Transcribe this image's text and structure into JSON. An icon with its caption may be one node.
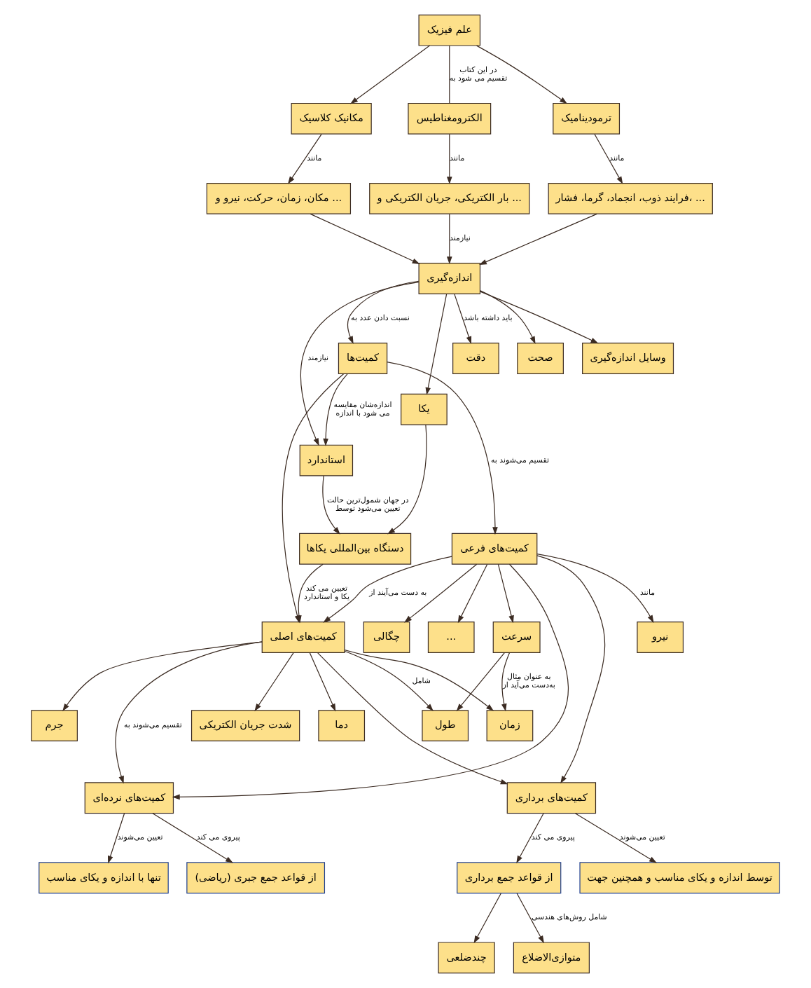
{
  "diagram": {
    "nodes": [
      {
        "text": [
          "علم فیزیک"
        ]
      },
      {
        "text": [
          "مکانیک کلاسیک"
        ]
      },
      {
        "text": [
          "الکترومغناطیس"
        ]
      },
      {
        "text": [
          "ترمودینامیک"
        ]
      },
      {
        "text": [
          "مکان، زمان، حرکت، نیرو و ..."
        ]
      },
      {
        "text": [
          "بار الکتریکی، جریان الکتریکی و ..."
        ]
      },
      {
        "text": [
          "فرایند ذوب، انجماد، گرما، فشار، ..."
        ]
      },
      {
        "text": [
          "اندازه‌گیری"
        ]
      },
      {
        "text": [
          "استاندارد"
        ]
      },
      {
        "text": [
          "دقت"
        ]
      },
      {
        "text": [
          "صحت"
        ]
      },
      {
        "text": [
          "کمیت‌ها"
        ]
      },
      {
        "text": [
          "وسایل اندازه‌گیری"
        ]
      },
      {
        "text": [
          "یکا"
        ]
      },
      {
        "text": [
          "دستگاه بین‌المللی یکاها"
        ]
      },
      {
        "text": [
          "کمیت‌های فرعی"
        ]
      },
      {
        "text": [
          "کمیت‌های اصلی"
        ]
      },
      {
        "text": [
          "جرم"
        ]
      },
      {
        "text": [
          "زمان"
        ]
      },
      {
        "text": [
          "طول"
        ]
      },
      {
        "text": [
          "شدت جریان الکتریکی"
        ]
      },
      {
        "text": [
          "دما"
        ]
      },
      {
        "text": [
          "سرعت"
        ]
      },
      {
        "text": [
          "نیرو"
        ]
      },
      {
        "text": [
          "چگالی"
        ]
      },
      {
        "text": [
          "..."
        ]
      },
      {
        "text": [
          "کمیت‌های نرده‌ای"
        ]
      },
      {
        "text": [
          "کمیت‌های برداری"
        ]
      },
      {
        "text": [
          "تنها با اندازه و یکای مناسب"
        ]
      },
      {
        "text": [
          "از قواعد جمع جبری (ریاضی)"
        ]
      },
      {
        "text": [
          "از قواعد جمع برداری"
        ]
      },
      {
        "text": [
          "توسط اندازه و یکای مناسب و همچنین جهت"
        ]
      },
      {
        "text": [
          "چندضلعی"
        ]
      },
      {
        "text": [
          "متوازی‌الاضلاع"
        ]
      }
    ],
    "edges": [
      {
        "from": 0,
        "to": 1,
        "arrow": "to"
      },
      {
        "from": 0,
        "to": 2,
        "arrow": "none",
        "label": "در این کتاب تقسیم می شود به"
      },
      {
        "from": 0,
        "to": 3,
        "arrow": "to"
      },
      {
        "from": 1,
        "to": 4,
        "arrow": "to",
        "label": "مانند"
      },
      {
        "from": 2,
        "to": 5,
        "arrow": "to",
        "label": "مانند"
      },
      {
        "from": 3,
        "to": 6,
        "arrow": "to",
        "label": "مانند"
      },
      {
        "from": 4,
        "to": 7,
        "arrow": "to"
      },
      {
        "from": 5,
        "to": 7,
        "arrow": "to",
        "label": "نیازمند"
      },
      {
        "from": 6,
        "to": 7,
        "arrow": "to"
      },
      {
        "from": 7,
        "to": 8,
        "arrow": "to",
        "label": "نیازمند"
      },
      {
        "from": 7,
        "to": 12,
        "arrow": "to"
      },
      {
        "from": 7,
        "to": 13,
        "arrow": "to"
      },
      {
        "from": 7,
        "to": 9,
        "arrow": "to",
        "label": "باید داشته باشد"
      },
      {
        "from": 7,
        "to": 10,
        "arrow": "to"
      },
      {
        "from": 7,
        "to": 11,
        "arrow": "to",
        "label": "نسبت دادن عدد به"
      },
      {
        "from": 11,
        "to": 8,
        "arrow": "to",
        "label": "اندازه‌شان مقایسه می شود با اندازه"
      },
      {
        "from": 8,
        "to": 14,
        "arrow": "to",
        "label": "در جهان شمول‌ترین حالت تعیین می‌شود توسط"
      },
      {
        "from": 13,
        "to": 14,
        "arrow": "to"
      },
      {
        "from": 14,
        "to": 16,
        "arrow": "to",
        "label": "تعیین می کند یکا و استاندارد"
      },
      {
        "from": 11,
        "to": 15,
        "arrow": "to",
        "label": "تقسیم می‌شوند به"
      },
      {
        "from": 11,
        "to": 16,
        "arrow": "to"
      },
      {
        "from": 15,
        "to": 16,
        "arrow": "to",
        "label": "به دست می‌آیند از"
      },
      {
        "from": 16,
        "to": 17,
        "arrow": "to"
      },
      {
        "from": 16,
        "to": 18,
        "arrow": "to"
      },
      {
        "from": 16,
        "to": 19,
        "arrow": "to",
        "label": "شامل"
      },
      {
        "from": 16,
        "to": 20,
        "arrow": "to"
      },
      {
        "from": 16,
        "to": 21,
        "arrow": "to"
      },
      {
        "from": 15,
        "to": 22,
        "arrow": "to"
      },
      {
        "from": 15,
        "to": 23,
        "arrow": "to",
        "label": "مانند"
      },
      {
        "from": 15,
        "to": 24,
        "arrow": "to"
      },
      {
        "from": 15,
        "to": 25,
        "arrow": "to"
      },
      {
        "from": 22,
        "to": 19,
        "arrow": "to"
      },
      {
        "from": 22,
        "to": 18,
        "arrow": "to",
        "label": "به عنوان مثال به‌دست می‌آید از"
      },
      {
        "from": 15,
        "to": 26,
        "arrow": "to"
      },
      {
        "from": 15,
        "to": 27,
        "arrow": "to"
      },
      {
        "from": 16,
        "to": 26,
        "arrow": "to",
        "label": "تقسیم می‌شوند به"
      },
      {
        "from": 16,
        "to": 27,
        "arrow": "to"
      },
      {
        "from": 26,
        "to": 28,
        "arrow": "to",
        "label": "تعیین می‌شوند"
      },
      {
        "from": 26,
        "to": 29,
        "arrow": "to",
        "label": "پیروی می کند"
      },
      {
        "from": 27,
        "to": 30,
        "arrow": "to",
        "label": "پیروی می کند"
      },
      {
        "from": 27,
        "to": 31,
        "arrow": "to",
        "label": "تعیین می‌شوند"
      },
      {
        "from": 30,
        "to": 32,
        "arrow": "to"
      },
      {
        "from": 30,
        "to": 33,
        "arrow": "to",
        "label": "شامل روش‌های هندسی"
      }
    ]
  }
}
